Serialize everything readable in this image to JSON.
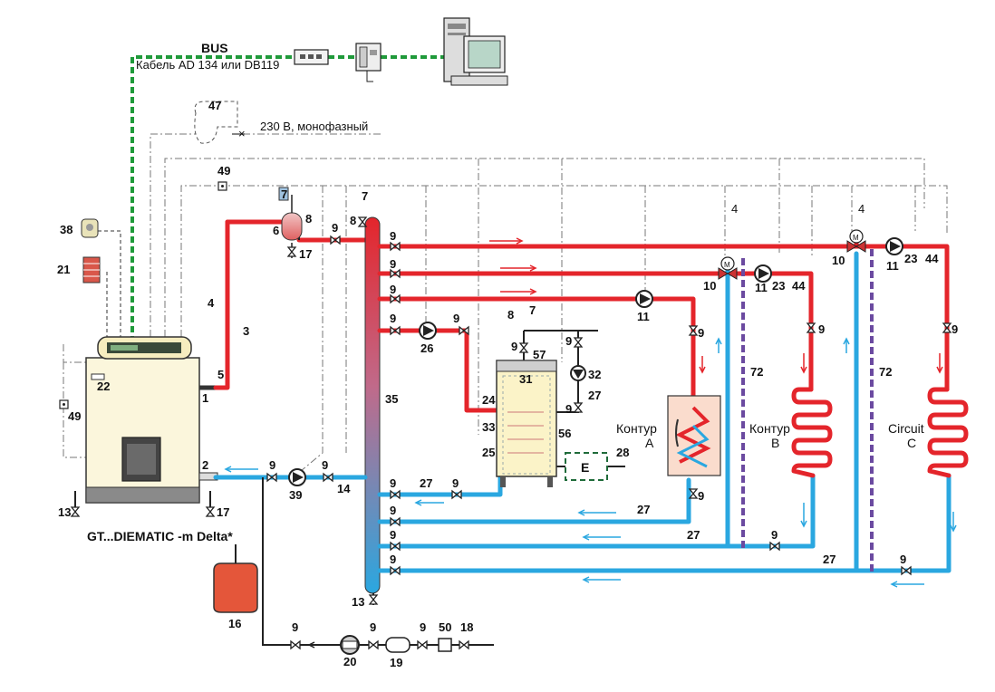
{
  "bus": {
    "title": "BUS",
    "cable": "Кабель AD 134 или DB119"
  },
  "power": {
    "label": "230 В, монофазный",
    "ref": "47"
  },
  "boiler": {
    "name": "GT...DIEMATIC -m Delta*"
  },
  "zones": {
    "a": {
      "line1": "Контур",
      "line2": "A"
    },
    "b": {
      "line1": "Контур",
      "line2": "B"
    },
    "c": {
      "line1": "Circuit",
      "line2": "C"
    }
  },
  "dhw": {
    "exchanger": "E"
  },
  "refs": {
    "r1": "1",
    "r2": "2",
    "r3": "3",
    "r4": "4",
    "r5": "5",
    "r6": "6",
    "r7": "7",
    "r8": "8",
    "r9": "9",
    "r10": "10",
    "r11": "11",
    "r13": "13",
    "r14": "14",
    "r16": "16",
    "r17": "17",
    "r18": "18",
    "r19": "19",
    "r20": "20",
    "r21": "21",
    "r22": "22",
    "r23": "23",
    "r24": "24",
    "r25": "25",
    "r26": "26",
    "r27": "27",
    "r28": "28",
    "r31": "31",
    "r32": "32",
    "r33": "33",
    "r35": "35",
    "r38": "38",
    "r39": "39",
    "r44": "44",
    "r49": "49",
    "r50": "50",
    "r56": "56",
    "r57": "57",
    "r72": "72"
  },
  "colors": {
    "hot": "#e4252b",
    "cold": "#2aa7e0",
    "bus": "#1f9a3a",
    "separator": "#6b4aa0"
  }
}
